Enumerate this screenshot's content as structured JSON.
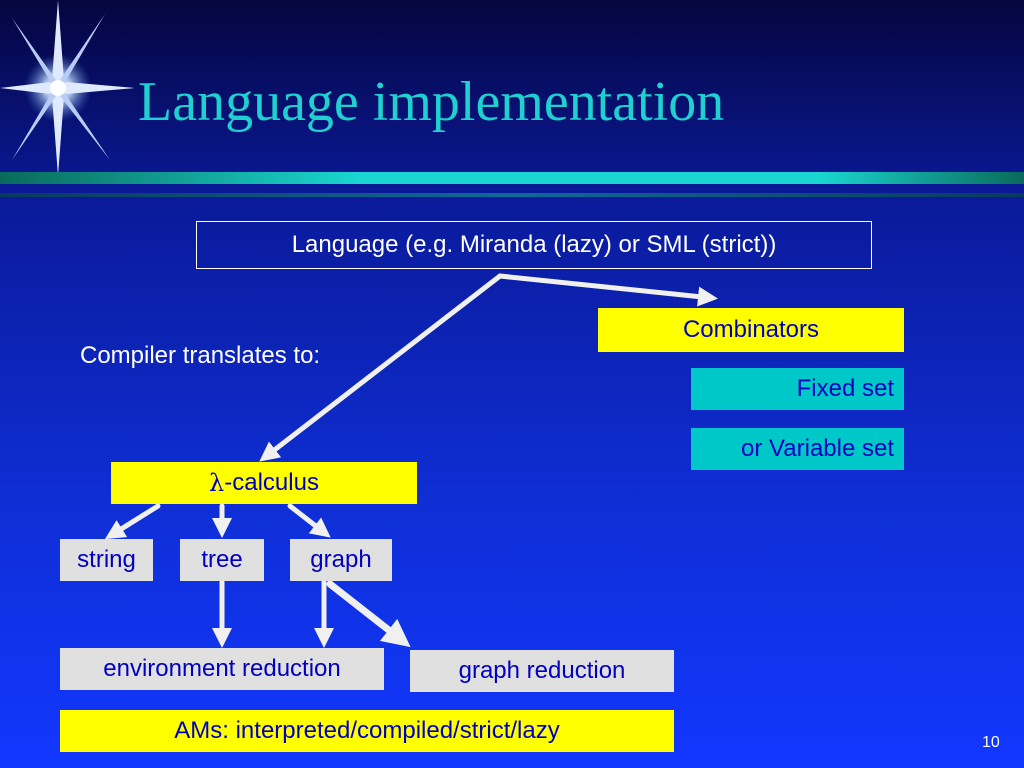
{
  "slide": {
    "title": "Language implementation",
    "page_number": "10"
  },
  "diagram": {
    "top_box": "Language (e.g. Miranda (lazy) or SML (strict))",
    "compiler_label": "Compiler translates to:",
    "combinators": "Combinators",
    "fixed_set": "Fixed set",
    "variable_set": "or Variable set",
    "lambda_symbol": "λ",
    "lambda_suffix": "-calculus",
    "representations": [
      "string",
      "tree",
      "graph"
    ],
    "environment_reduction": "environment reduction",
    "graph_reduction": "graph reduction",
    "ams_box": "AMs: interpreted/compiled/strict/lazy"
  },
  "colors": {
    "title": "#1fd0d0",
    "yellow_box": "#ffff00",
    "cyan_box": "#00c8c8",
    "gray_box": "#e0e0e0",
    "box_text": "#0000c0",
    "arrow": "#f0f0f0"
  }
}
